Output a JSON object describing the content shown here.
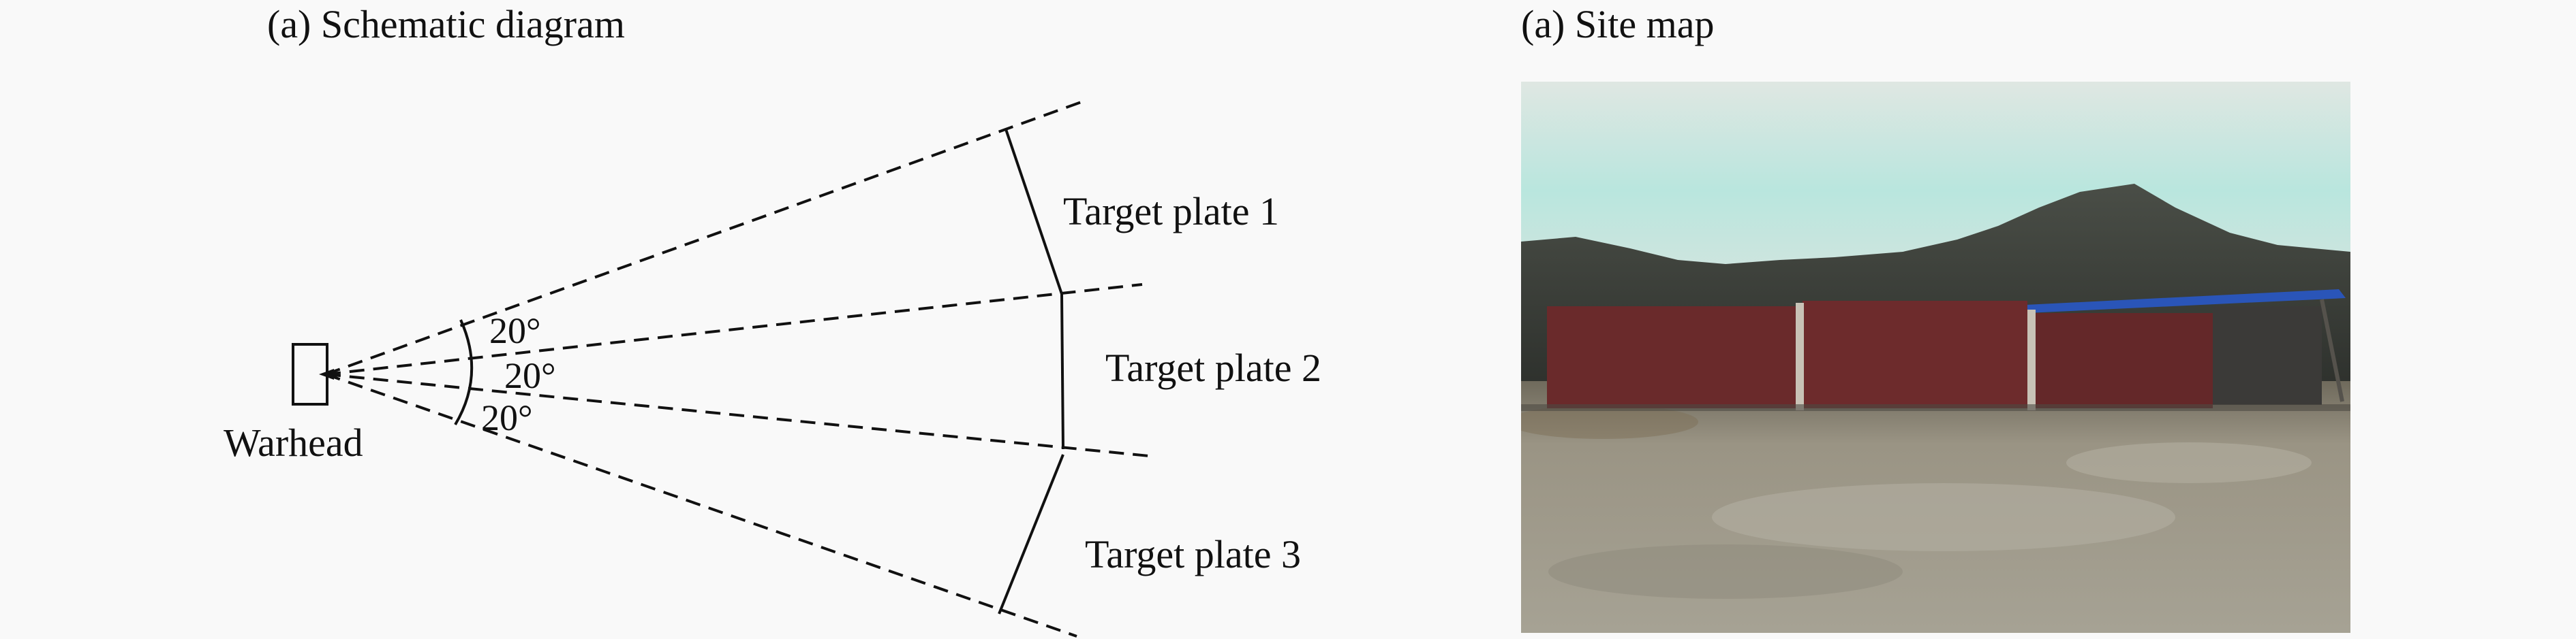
{
  "captions": {
    "left": "(a) Schematic diagram",
    "right": "(a) Site map"
  },
  "diagram": {
    "warhead_label": "Warhead",
    "angles": [
      "20°",
      "20°",
      "20°"
    ],
    "plates": [
      "Target plate 1",
      "Target plate 2",
      "Target plate 3"
    ]
  },
  "photo": {
    "description_icon": "site-photo",
    "colors": {
      "sky": "#b9e6de",
      "mountain": "#3a3d38",
      "wall": "#6a2a2b",
      "roof": "#2a55b8",
      "ground": "#9c9688"
    }
  }
}
